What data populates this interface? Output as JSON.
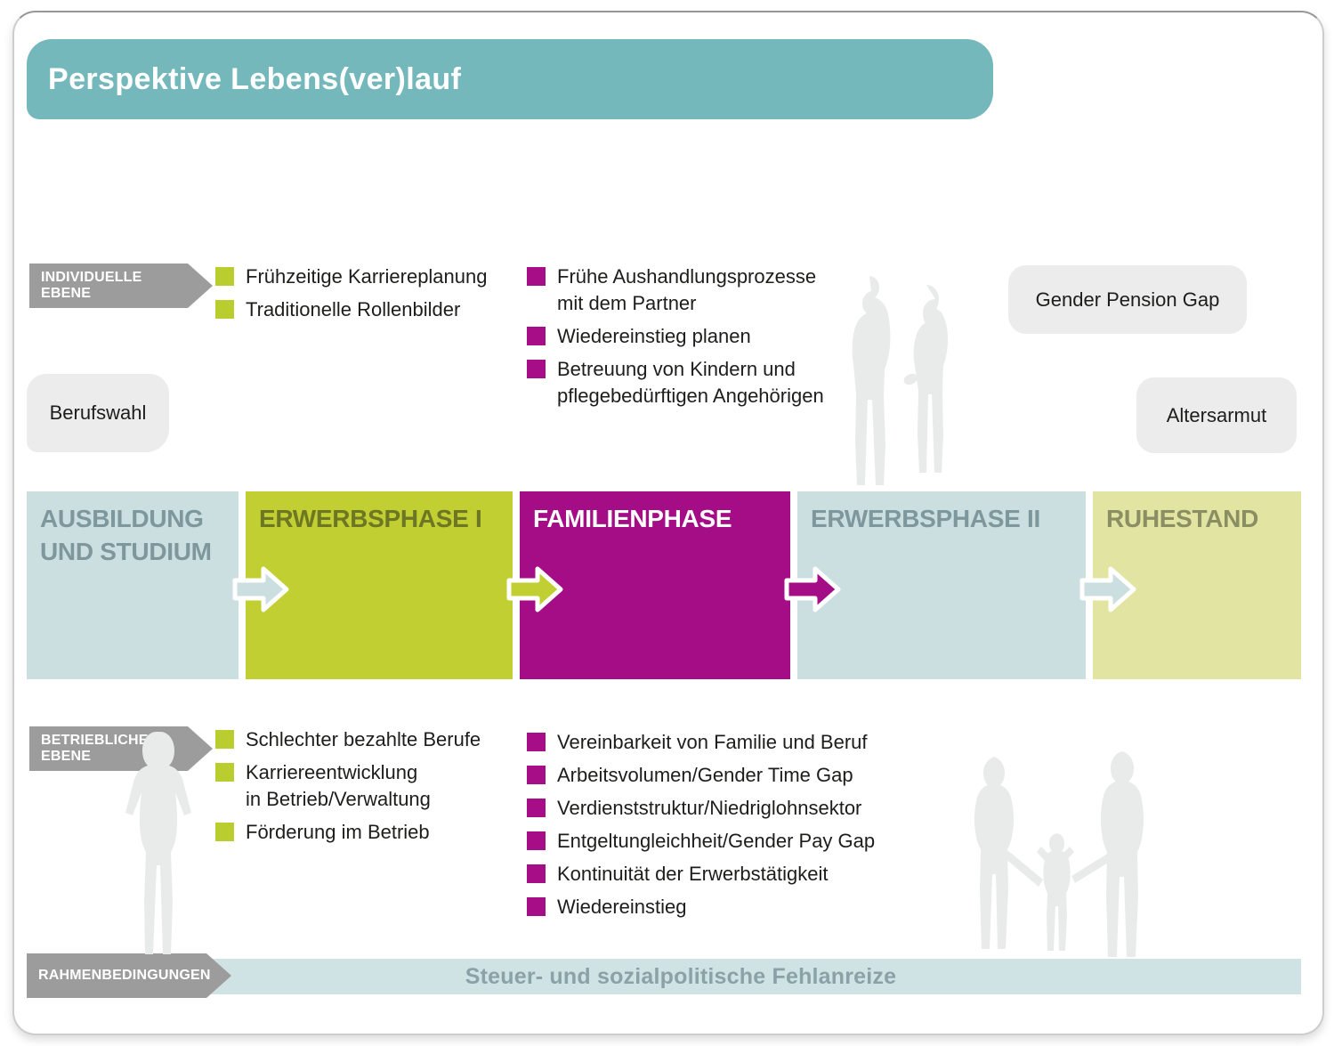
{
  "title": "Perspektive Lebens(ver)lauf",
  "colors": {
    "teal": "#74b8bc",
    "label_gray": "#9c9c9c",
    "tag_box_bg": "#ececec",
    "bullet_green": "#b9cd2e",
    "bullet_magenta": "#a60d86",
    "text_dark": "#1d1d1b",
    "band_blue": "#cbdfe1",
    "band_green": "#c2cf32",
    "band_magenta": "#a50d86",
    "band_yellow": "#e2e5a1",
    "frame_bar_bg": "#cfe3e4",
    "frame_text": "#8aa1a7",
    "silhouette": "#e9ebeb"
  },
  "individual_level": {
    "label": "INDIVIDUELLE\nEBENE",
    "green_items": [
      "Frühzeitige Karriereplanung",
      "Traditionelle Rollenbilder"
    ],
    "magenta_items": [
      "Frühe Aushandlungsprozesse\nmit dem Partner",
      "Wiedereinstieg planen",
      "Betreuung von Kindern und\npflegebedürftigen Angehörigen"
    ]
  },
  "company_level": {
    "label": "BETRIEBLICHE\nEBENE",
    "green_items": [
      "Schlechter bezahlte Berufe",
      "Karriereentwicklung\nin Betrieb/Verwaltung",
      "Förderung im Betrieb"
    ],
    "magenta_items": [
      "Vereinbarkeit von Familie und Beruf",
      "Arbeitsvolumen/Gender Time Gap",
      "Verdienststruktur/Niedriglohnsektor",
      "Entgeltungleichheit/Gender Pay Gap",
      "Kontinuität der Erwerbstätigkeit",
      "Wiedereinstieg"
    ]
  },
  "floating_boxes": {
    "berufswahl": "Berufswahl",
    "gender_pension_gap": "Gender Pension Gap",
    "altersarmut": "Altersarmut"
  },
  "phases": [
    {
      "label": "AUSBILDUNG\nUND STUDIUM",
      "bg": "#cbdfe1",
      "fg": "#7e979c"
    },
    {
      "label": "ERWERBSPHASE I",
      "bg": "#c2cf32",
      "fg": "#6d7623"
    },
    {
      "label": "FAMILIENPHASE",
      "bg": "#a50d86",
      "fg": "#ffffff"
    },
    {
      "label": "ERWERBSPHASE II",
      "bg": "#cbdfe1",
      "fg": "#7e979c"
    },
    {
      "label": "RUHESTAND",
      "bg": "#e2e5a1",
      "fg": "#8b8e62"
    }
  ],
  "arrows": [
    {
      "fill": "#cbdfe1"
    },
    {
      "fill": "#c2cf32"
    },
    {
      "fill": "#a50d86"
    },
    {
      "fill": "#cbdfe1"
    }
  ],
  "framework": {
    "label": "RAHMENBEDINGUNGEN",
    "text": "Steuer- und sozialpolitische Fehlanreize"
  }
}
